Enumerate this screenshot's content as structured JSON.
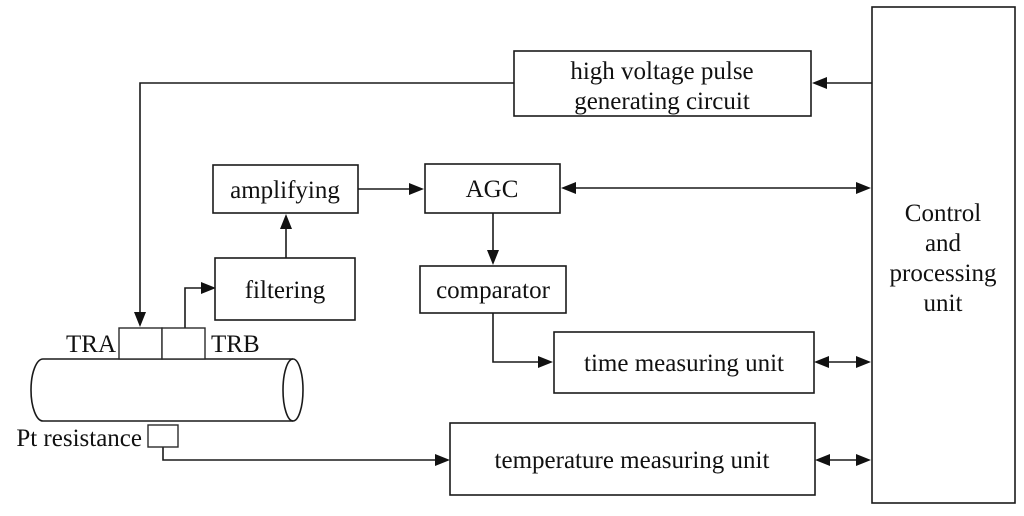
{
  "figure": {
    "type": "block-diagram",
    "description": "Signal-chain block diagram of an ultrasonic flow measuring system"
  },
  "colors": {
    "line": "#1a1a1a",
    "background": "#ffffff",
    "box_fill": "#ffffff",
    "text": "#111111"
  },
  "nodes": {
    "hv_pulse": {
      "line1": "high voltage pulse",
      "line2": "generating circuit"
    },
    "amplifying": {
      "label": "amplifying"
    },
    "agc": {
      "label": "AGC"
    },
    "filtering": {
      "label": "filtering"
    },
    "comparator": {
      "label": "comparator"
    },
    "time_unit": {
      "label": "time measuring unit"
    },
    "temp_unit": {
      "label": "temperature measuring unit"
    },
    "control": {
      "lines": [
        "Control",
        "and",
        "processing",
        "unit"
      ]
    }
  },
  "labels": {
    "transducer_a": "TRA",
    "transducer_b": "TRB",
    "pt_sensor": "Pt resistance"
  },
  "connections": [
    "hv_pulse -> TRA (transmit pulse)",
    "TRB -> filtering",
    "filtering -> amplifying",
    "amplifying -> AGC",
    "AGC <-> control_unit",
    "AGC -> comparator",
    "comparator -> time_measuring_unit",
    "time_measuring_unit <-> control_unit",
    "Pt_resistance -> temperature_measuring_unit",
    "temperature_measuring_unit <-> control_unit",
    "control_unit -> hv_pulse"
  ]
}
